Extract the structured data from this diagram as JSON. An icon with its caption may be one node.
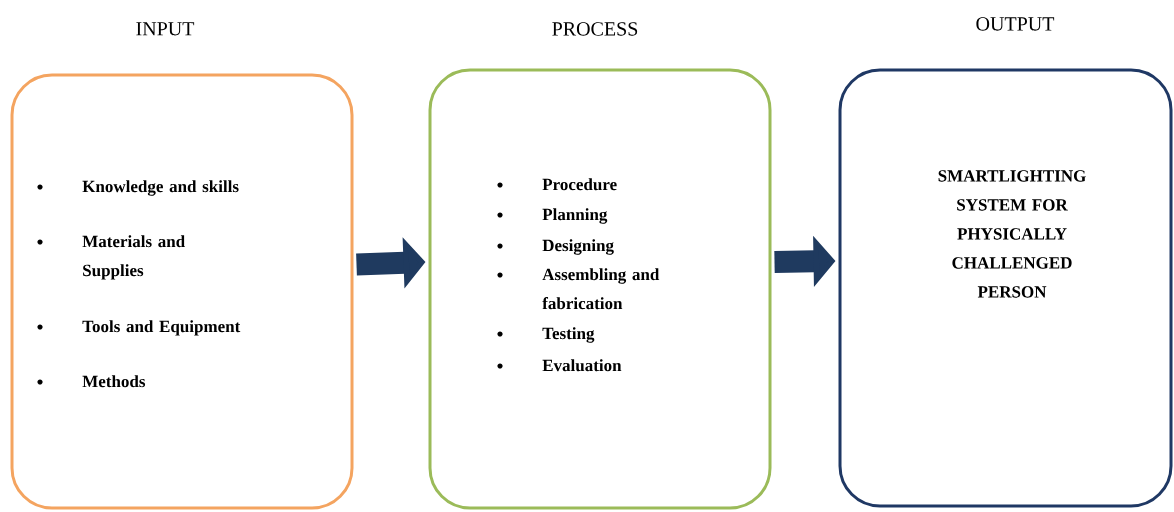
{
  "diagram": {
    "nodes": [
      {
        "text": [
          "INPUT",
          "Knowledge and skills",
          "Materials and Supplies",
          "Tools and Equipment",
          "Methods"
        ]
      },
      {
        "text": [
          "PROCESS",
          "Procedure",
          "Planning",
          "Designing",
          "Assembling and fabrication",
          "Testing",
          "Evaluation"
        ]
      },
      {
        "text": [
          "OUTPUT",
          "SMARTLIGHTING SYSTEM FOR PHYSICALLY CHALLENGED PERSON"
        ]
      }
    ],
    "edges": [
      {
        "from": 0,
        "to": 1,
        "arrow": "to"
      },
      {
        "from": 1,
        "to": 2,
        "arrow": "to"
      }
    ]
  }
}
